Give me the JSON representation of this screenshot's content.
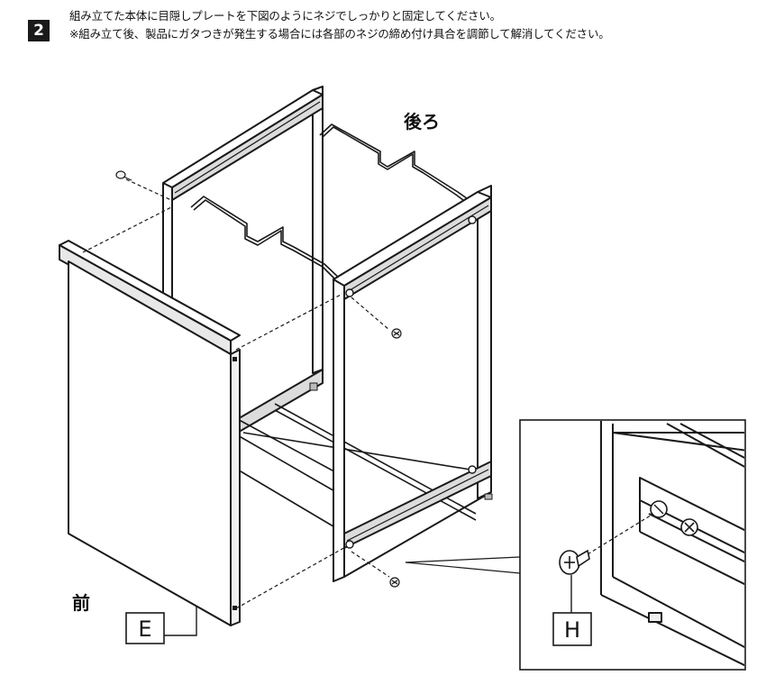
{
  "step": {
    "number": "2",
    "instructions": [
      "組み立てた本体に目隠しプレートを下図のようにネジでしっかりと固定してください。",
      "※組み立て後、製品にガタつきが発生する場合には各部のネジの締め付け具合を調節して解消してください。"
    ]
  },
  "diagram": {
    "label_back": "後ろ",
    "label_front": "前",
    "part_plate": "E",
    "part_screw": "H"
  }
}
